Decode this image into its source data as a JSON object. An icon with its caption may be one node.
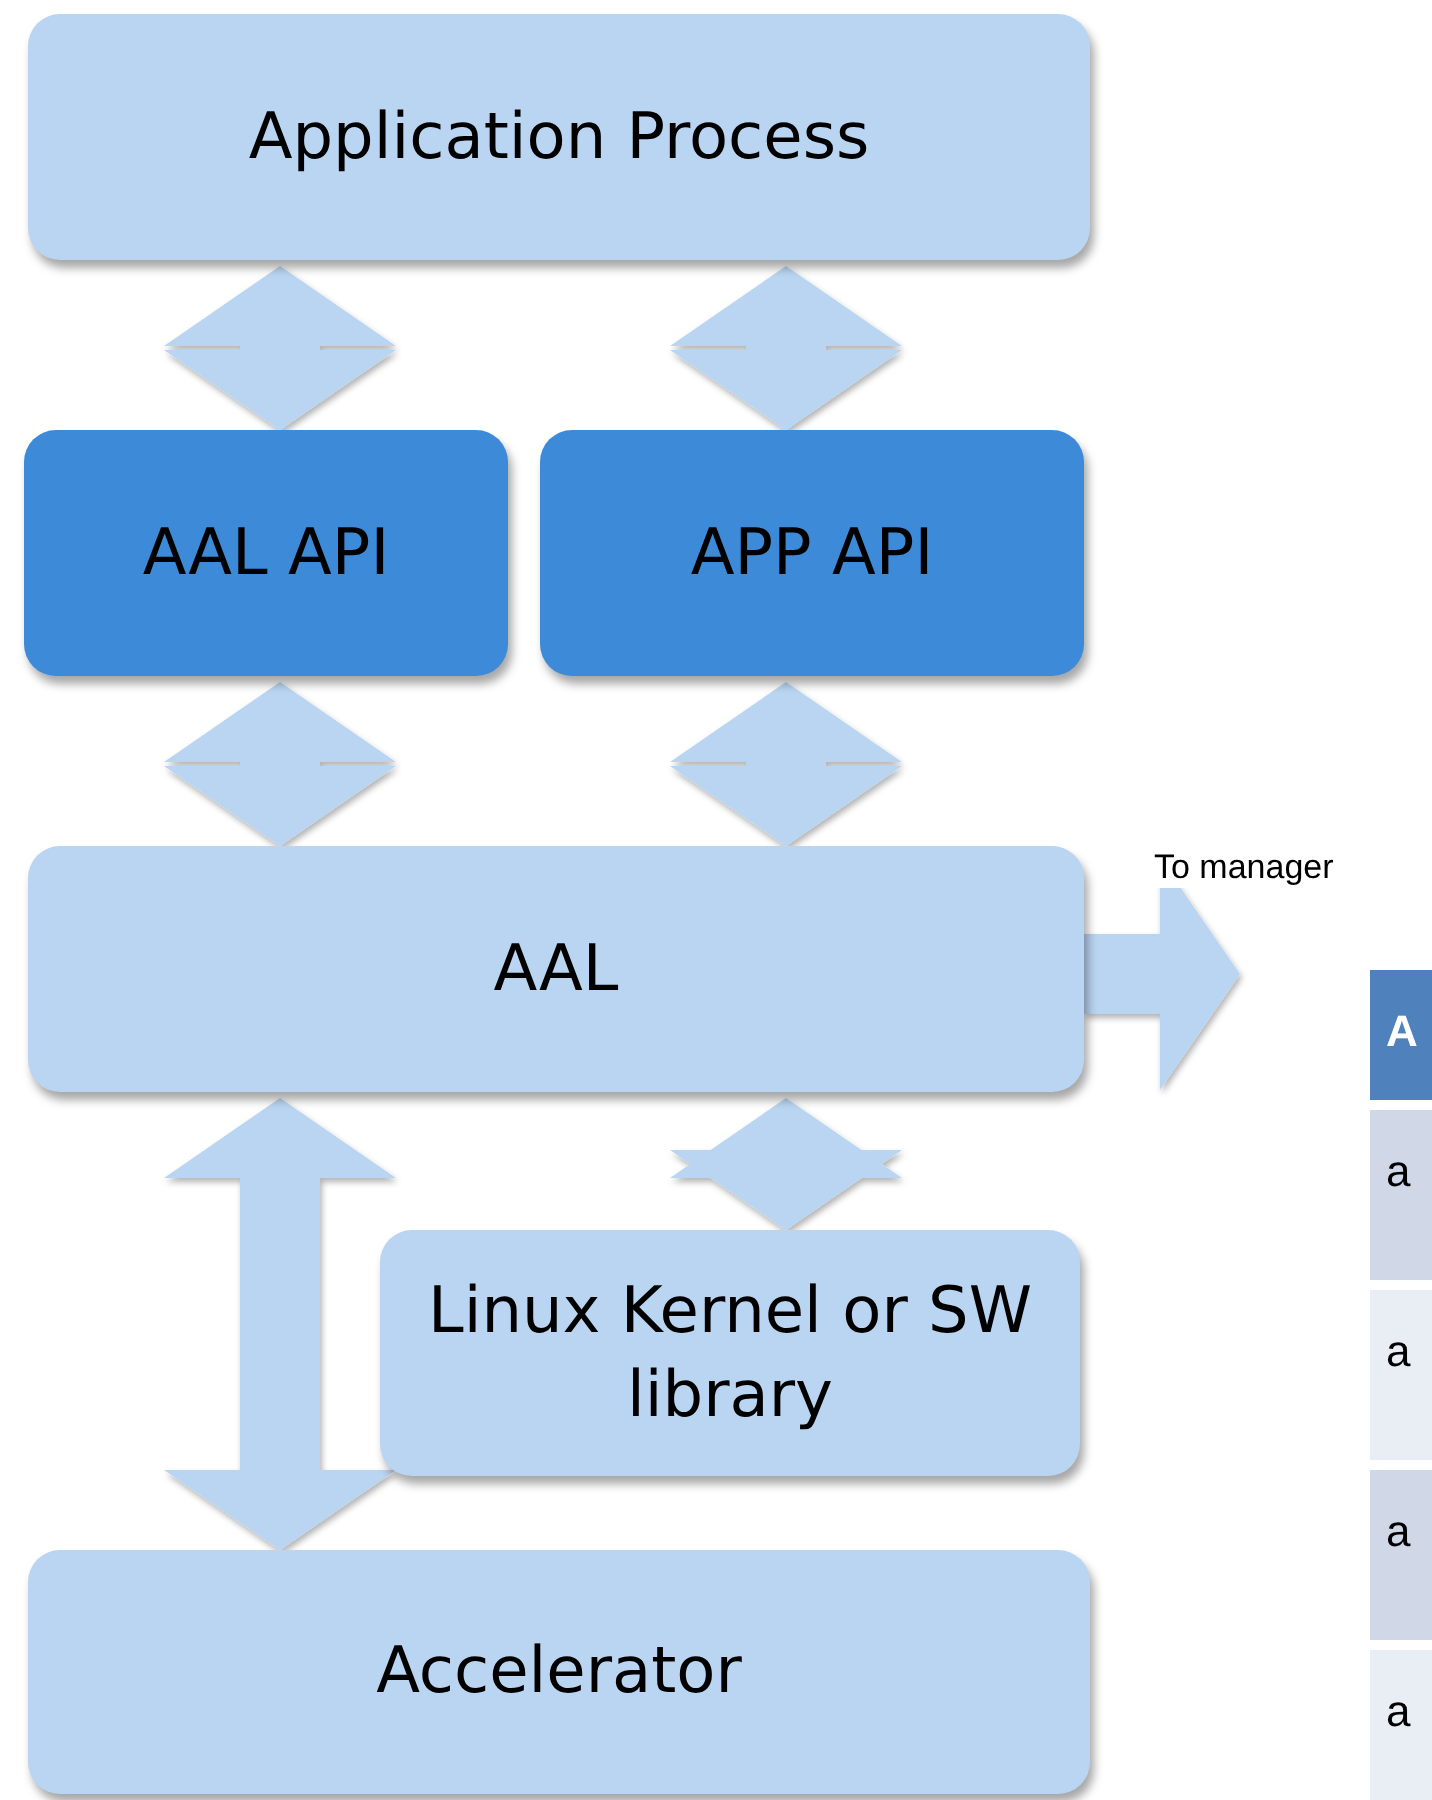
{
  "diagram": {
    "nodes": [
      {
        "text": [
          "Application Process"
        ]
      },
      {
        "text": [
          "AAL API"
        ]
      },
      {
        "text": [
          "APP API"
        ]
      },
      {
        "text": [
          "AAL"
        ]
      },
      {
        "text": [
          "Linux Kernel or SW library"
        ]
      },
      {
        "text": [
          "Accelerator"
        ]
      }
    ],
    "edges": [
      {
        "from": 0,
        "to": 1,
        "arrow": "both",
        "style": "thick"
      },
      {
        "from": 0,
        "to": 2,
        "arrow": "both",
        "style": "thick"
      },
      {
        "from": 1,
        "to": 3,
        "arrow": "both",
        "style": "thick"
      },
      {
        "from": 2,
        "to": 3,
        "arrow": "both",
        "style": "thick"
      },
      {
        "from": 3,
        "to": 4,
        "arrow": "both",
        "style": "thick"
      },
      {
        "from": 3,
        "to": 5,
        "arrow": "both",
        "style": "thick"
      },
      {
        "from": 3,
        "to": null,
        "arrow": "to",
        "style": "thick",
        "label": "To manager"
      }
    ],
    "labels": [
      "A",
      "a",
      "a",
      "a",
      "a"
    ]
  }
}
